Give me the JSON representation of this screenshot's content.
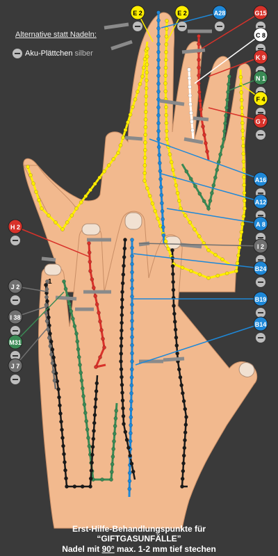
{
  "legend": {
    "title": "Alternative statt Nadeln:",
    "item_strong": "Aku-Plättchen",
    "item_soft": "silber"
  },
  "caption": {
    "line1": "Erst-Hilfe-Behandlungspunkte für",
    "line2": "“GIFTGASUNFÄLLE”",
    "line3_prefix": "Nadel mit ",
    "line3_angle": "90°",
    "line3_suffix": " max. 1-2 mm tief stechen"
  },
  "points": [
    {
      "label": "E 2",
      "color": "#ffee00",
      "text_color": "#000000"
    },
    {
      "label": "E 2",
      "color": "#ffee00",
      "text_color": "#000000"
    },
    {
      "label": "A28",
      "color": "#1e88d8",
      "text_color": "#ffffff"
    },
    {
      "label": "G15",
      "color": "#d8322a",
      "text_color": "#ffffff"
    },
    {
      "label": "C 8",
      "color": "#ffffff",
      "text_color": "#000000"
    },
    {
      "label": "K 9",
      "color": "#d8322a",
      "text_color": "#ffffff"
    },
    {
      "label": "N 1",
      "color": "#3a8a55",
      "text_color": "#ffffff"
    },
    {
      "label": "F 4",
      "color": "#ffee00",
      "text_color": "#000000"
    },
    {
      "label": "G 7",
      "color": "#d8322a",
      "text_color": "#ffffff"
    },
    {
      "label": "A16",
      "color": "#1e88d8",
      "text_color": "#ffffff"
    },
    {
      "label": "A12",
      "color": "#1e88d8",
      "text_color": "#ffffff"
    },
    {
      "label": "A 8",
      "color": "#1e88d8",
      "text_color": "#ffffff"
    },
    {
      "label": "H 2",
      "color": "#d8322a",
      "text_color": "#ffffff"
    },
    {
      "label": "I 2",
      "color": "#707070",
      "text_color": "#ffffff"
    },
    {
      "label": "B24",
      "color": "#1e88d8",
      "text_color": "#ffffff"
    },
    {
      "label": "B19",
      "color": "#1e88d8",
      "text_color": "#ffffff"
    },
    {
      "label": "J 2",
      "color": "#707070",
      "text_color": "#ffffff"
    },
    {
      "label": "I 38",
      "color": "#707070",
      "text_color": "#ffffff"
    },
    {
      "label": "B14",
      "color": "#1e88d8",
      "text_color": "#ffffff"
    },
    {
      "label": "M31",
      "color": "#3a8a55",
      "text_color": "#ffffff"
    },
    {
      "label": "J 7",
      "color": "#707070",
      "text_color": "#ffffff"
    }
  ],
  "finger_marker": "1",
  "colors": {
    "background": "#3a3a3a",
    "skin": "#f2b98e",
    "skin_dark": "#e8a678",
    "yellow": "#ffee00",
    "blue": "#1e88d8",
    "red": "#d8322a",
    "green": "#3a8a55",
    "black": "#1a1a1a",
    "white": "#ffffff",
    "gray": "#707070"
  }
}
